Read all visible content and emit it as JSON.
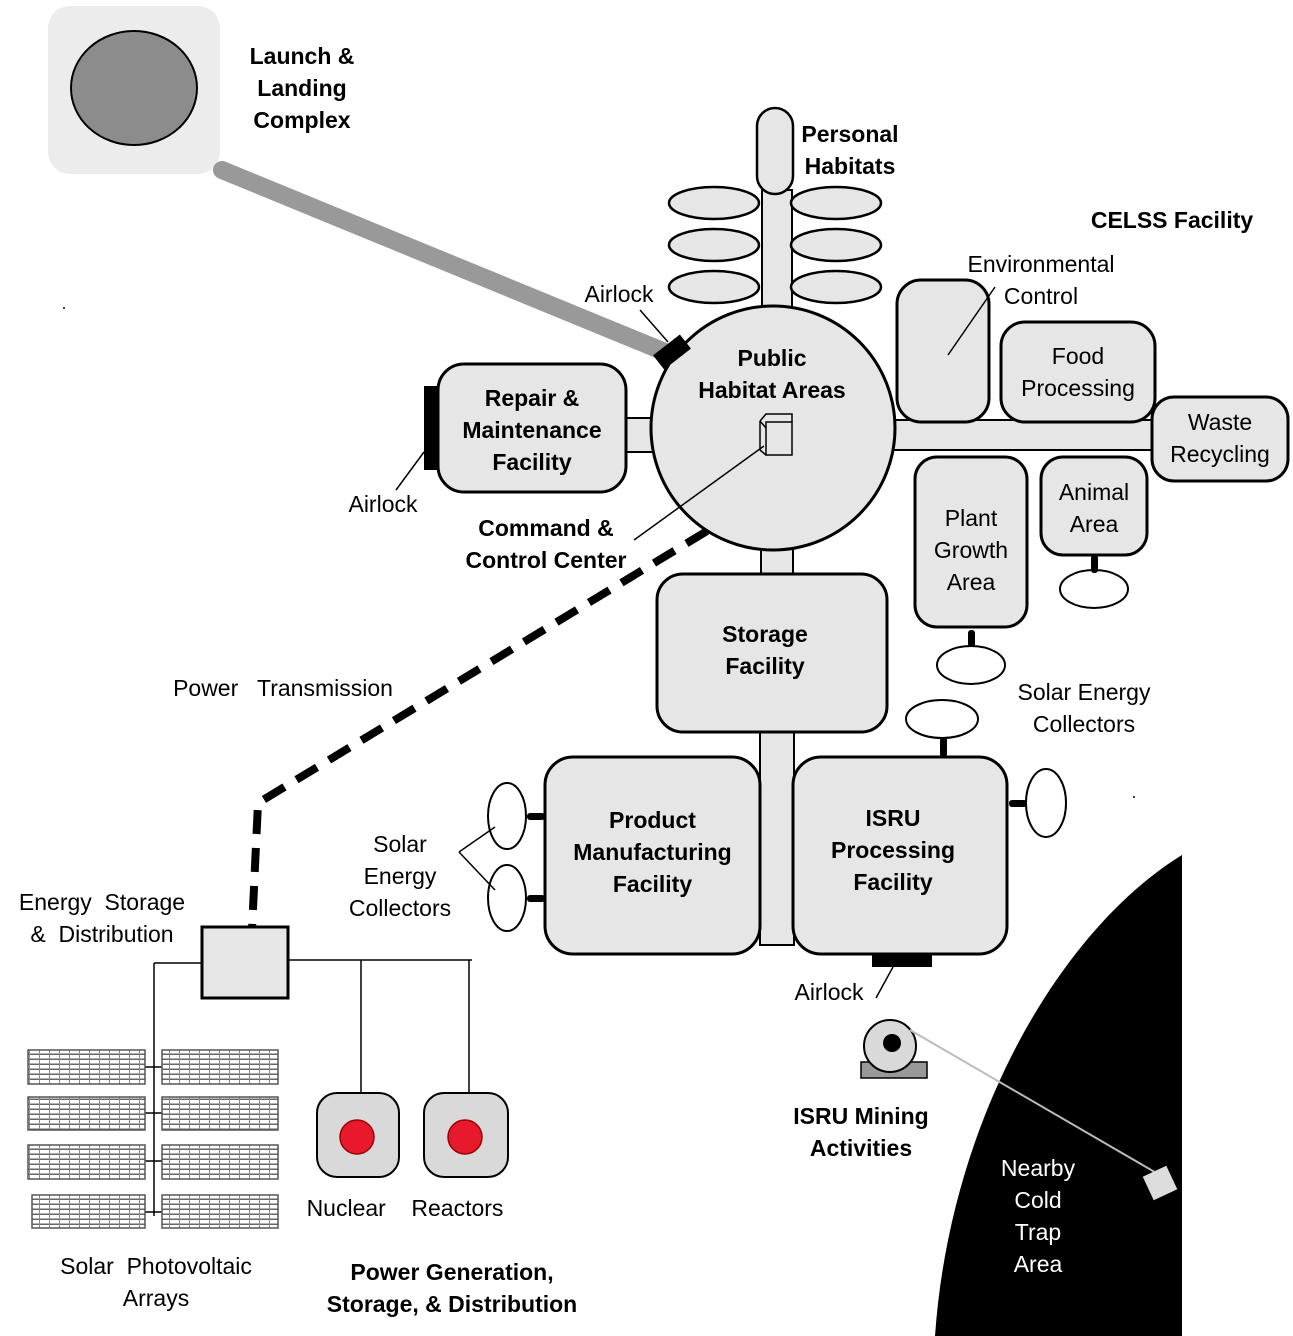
{
  "labels": {
    "launch": [
      "Launch &",
      "Landing",
      "Complex"
    ],
    "personal_habitats": [
      "Personal",
      "Habitats"
    ],
    "celss": "CELSS Facility",
    "airlock_top": "Airlock",
    "environmental": [
      "Environmental",
      "Control"
    ],
    "food": [
      "Food",
      "Processing"
    ],
    "waste": [
      "Waste",
      "Recycling"
    ],
    "public_habitat": [
      "Public",
      "Habitat Areas"
    ],
    "repair": [
      "Repair &",
      "Maintenance",
      "Facility"
    ],
    "airlock_left": "Airlock",
    "command": [
      "Command &",
      "Control Center"
    ],
    "plant": [
      "Plant",
      "Growth",
      "Area"
    ],
    "animal": [
      "Animal",
      "Area"
    ],
    "storage": [
      "Storage",
      "Facility"
    ],
    "power_transmission": "Power   Transmission",
    "solar_right": [
      "Solar  Energy",
      "Collectors"
    ],
    "product": [
      "Product",
      "Manufacturing",
      "Facility"
    ],
    "isru": [
      "ISRU",
      "Processing",
      "Facility"
    ],
    "solar_left": [
      "Solar",
      "Energy",
      "Collectors"
    ],
    "energy_storage": [
      "Energy  Storage",
      "&  Distribution"
    ],
    "airlock_bottom": "Airlock",
    "isru_mining": [
      "ISRU Mining",
      "Activities"
    ],
    "cold_trap": [
      "Nearby",
      "Cold",
      "Trap",
      "Area"
    ],
    "nuclear": "Nuclear    Reactors",
    "solar_pv": [
      "Solar  Photovoltaic",
      "Arrays"
    ],
    "power_gen": [
      "Power Generation,",
      "Storage, & Distribution"
    ]
  },
  "colors": {
    "facility_fill": "#e6e6e6",
    "launch_pad": "#ececec",
    "launch_disk": "#8c8c8c",
    "road": "#999999",
    "reactor_core": "#e8192c",
    "cold_trap": "#000000"
  }
}
